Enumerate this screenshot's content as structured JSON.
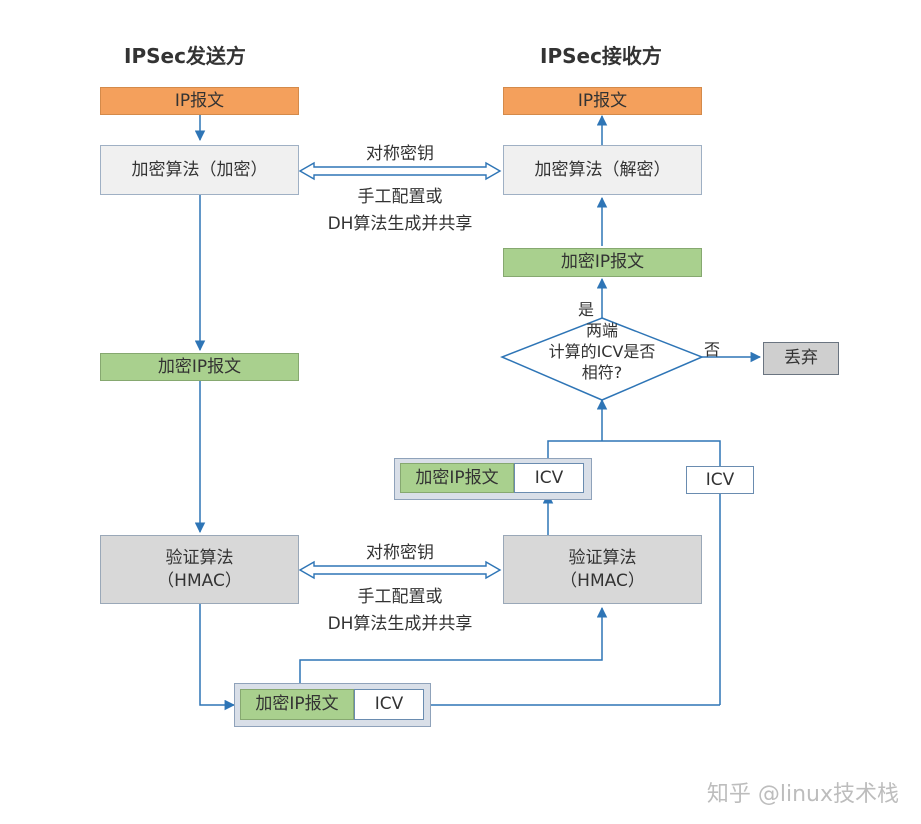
{
  "sender": {
    "title": "IPSec发送方",
    "ip_packet": "IP报文",
    "encrypt_algo": "加密算法（加密）",
    "encrypted_packet": "加密IP报文",
    "auth_algo_line1": "验证算法",
    "auth_algo_line2": "（HMAC）"
  },
  "receiver": {
    "title": "IPSec接收方",
    "ip_packet": "IP报文",
    "decrypt_algo": "加密算法（解密）",
    "encrypted_packet": "加密IP报文",
    "decision_line1": "两端",
    "decision_line2": "计算的ICV是否",
    "decision_line3": "相符?",
    "yes": "是",
    "no": "否",
    "discard": "丢弃",
    "auth_algo_line1": "验证算法",
    "auth_algo_line2": "（HMAC）",
    "icv_received": "ICV"
  },
  "packets": {
    "computed_encrypted": "加密IP报文",
    "computed_icv": "ICV",
    "bottom_encrypted": "加密IP报文",
    "bottom_icv": "ICV"
  },
  "key_exchange_top": {
    "label1": "对称密钥",
    "label2": "手工配置或",
    "label3": "DH算法生成并共享"
  },
  "key_exchange_bottom": {
    "label1": "对称密钥",
    "label2": "手工配置或",
    "label3": "DH算法生成并共享"
  },
  "watermark": "知乎 @linux技术栈",
  "colors": {
    "ip_packet": "#f4a05c",
    "encrypted_packet": "#a9d08e",
    "algorithm_box": "#f0f0f0",
    "hmac_box": "#d8d8d8",
    "line": "#2e75b6"
  }
}
